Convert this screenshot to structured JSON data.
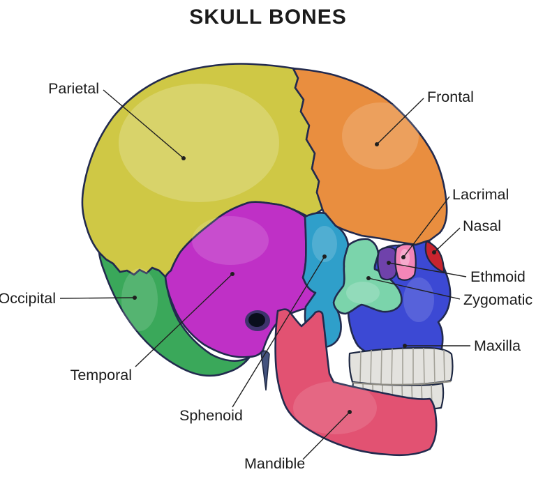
{
  "title": "SKULL BONES",
  "figure": {
    "type": "anatomical-diagram",
    "subject": "Human skull bones, lateral (side) view, color-coded"
  },
  "bones": {
    "parietal": {
      "label": "Parietal",
      "color": "#cfc845"
    },
    "frontal": {
      "label": "Frontal",
      "color": "#e98e3f"
    },
    "occipital": {
      "label": "Occipital",
      "color": "#3aa85a"
    },
    "temporal": {
      "label": "Temporal",
      "color": "#bf30c6"
    },
    "sphenoid": {
      "label": "Sphenoid",
      "color": "#2f9fca"
    },
    "zygomatic": {
      "label": "Zygomatic",
      "color": "#7bd4ab"
    },
    "ethmoid": {
      "label": "Ethmoid",
      "color": "#6f42ab"
    },
    "lacrimal": {
      "label": "Lacrimal",
      "color": "#f386b8"
    },
    "nasal": {
      "label": "Nasal",
      "color": "#c8242f"
    },
    "maxilla": {
      "label": "Maxilla",
      "color": "#3c49d4"
    },
    "mandible": {
      "label": "Mandible",
      "color": "#e25272"
    }
  },
  "teeth": {
    "color": "#e3e2de"
  },
  "outline_color": "#222a4e",
  "label_text_color": "#1b1b1b",
  "background_color": "#ffffff"
}
